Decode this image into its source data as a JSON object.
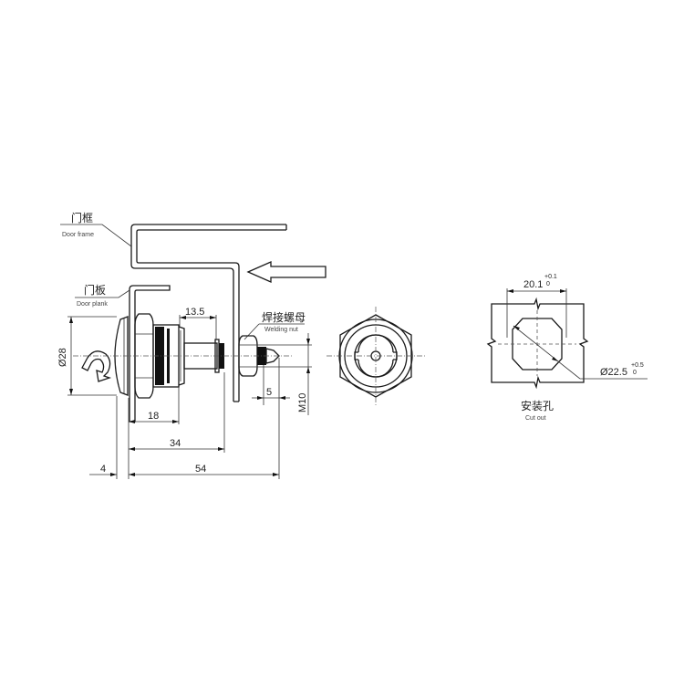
{
  "labels": {
    "door_frame_cn": "门框",
    "door_frame_en": "Door frame",
    "door_plank_cn": "门板",
    "door_plank_en": "Door plank",
    "welding_nut_cn": "焊接螺母",
    "welding_nut_en": "Welding nut",
    "cutout_cn": "安装孔",
    "cutout_en": "Cut out"
  },
  "dimensions": {
    "diameter_28": "Ø28",
    "len_13_5": "13.5",
    "len_18": "18",
    "len_34": "34",
    "len_4": "4",
    "len_54": "54",
    "len_5": "5",
    "thread_m10": "M10",
    "cutout_width": "20.1",
    "cutout_width_tol_upper": "+0.1",
    "cutout_width_tol_lower": "0",
    "cutout_diameter": "Ø22.5",
    "cutout_diameter_tol_upper": "+0.5",
    "cutout_diameter_tol_lower": "0"
  },
  "colors": {
    "line": "#1a1a1a",
    "background": "#ffffff"
  }
}
